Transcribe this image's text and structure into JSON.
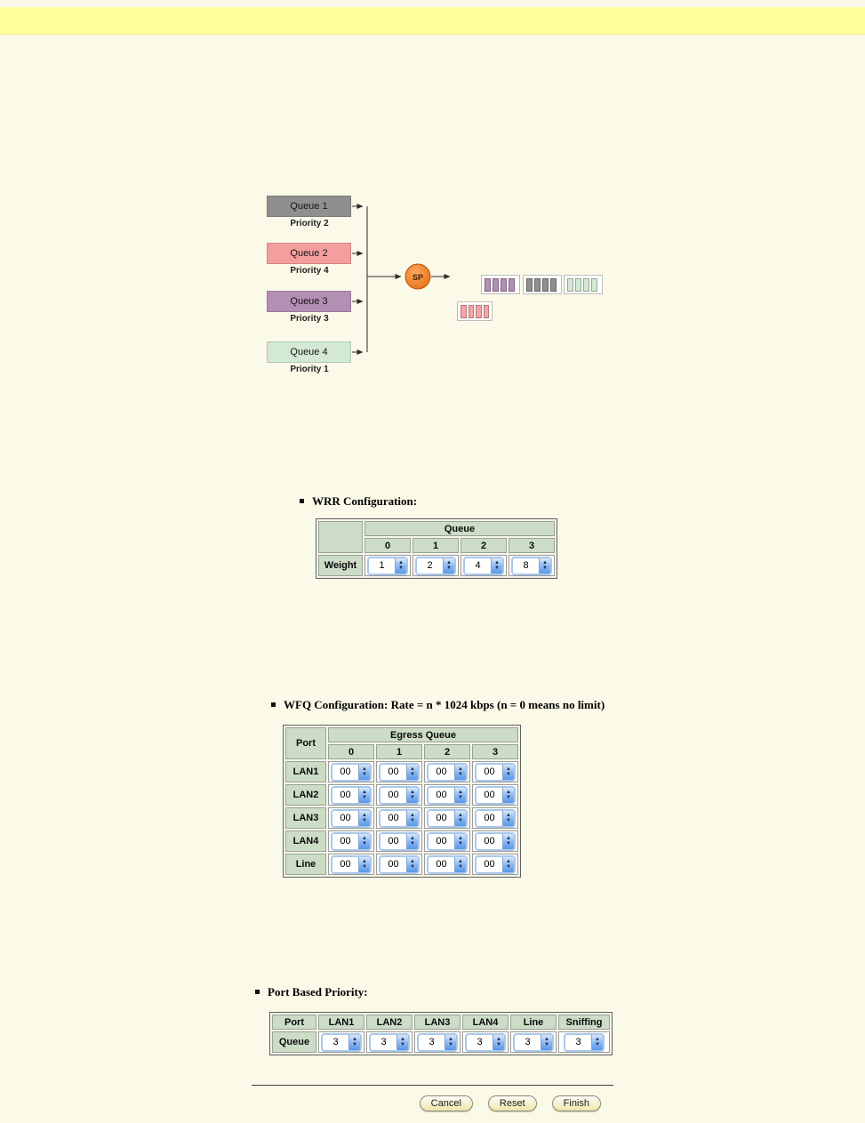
{
  "page": {
    "background": "#fbfae8",
    "banner_color": "#ffff9e"
  },
  "diagram": {
    "queues": [
      {
        "label": "Queue 1",
        "priority": "Priority 2",
        "color": "#8f8f8f"
      },
      {
        "label": "Queue 2",
        "priority": "Priority 4",
        "color": "#f59e9e"
      },
      {
        "label": "Queue 3",
        "priority": "Priority 3",
        "color": "#b38fb3"
      },
      {
        "label": "Queue 4",
        "priority": "Priority 1",
        "color": "#d4e9d4"
      }
    ],
    "scheduler_label": "SP",
    "scheduler_color": "#ef7d2a",
    "packets": [
      {
        "name": "purple-packet",
        "color": "#b38fb3"
      },
      {
        "name": "gray-packet",
        "color": "#8f8f8f"
      },
      {
        "name": "green-packet",
        "color": "#d4e9d4"
      },
      {
        "name": "pink-packet",
        "color": "#f5a5a5"
      }
    ]
  },
  "wrr": {
    "title": "WRR Configuration:",
    "group_header": "Queue",
    "columns": [
      "0",
      "1",
      "2",
      "3"
    ],
    "row_label": "Weight",
    "values": [
      "1",
      "2",
      "4",
      "8"
    ]
  },
  "wfq": {
    "title": "WFQ Configuration: Rate = n * 1024 kbps (n = 0 means no limit)",
    "port_header": "Port",
    "group_header": "Egress Queue",
    "columns": [
      "0",
      "1",
      "2",
      "3"
    ],
    "rows": [
      {
        "label": "LAN1",
        "values": [
          "00",
          "00",
          "00",
          "00"
        ]
      },
      {
        "label": "LAN2",
        "values": [
          "00",
          "00",
          "00",
          "00"
        ]
      },
      {
        "label": "LAN3",
        "values": [
          "00",
          "00",
          "00",
          "00"
        ]
      },
      {
        "label": "LAN4",
        "values": [
          "00",
          "00",
          "00",
          "00"
        ]
      },
      {
        "label": "Line",
        "values": [
          "00",
          "00",
          "00",
          "00"
        ]
      }
    ]
  },
  "port_priority": {
    "title": "Port Based Priority:",
    "header_row": [
      "Port",
      "LAN1",
      "LAN2",
      "LAN3",
      "LAN4",
      "Line",
      "Sniffing"
    ],
    "row_label": "Queue",
    "values": [
      "3",
      "3",
      "3",
      "3",
      "3",
      "3"
    ]
  },
  "footer": {
    "cancel_label": "Cancel",
    "reset_label": "Reset",
    "finish_label": "Finish"
  },
  "colors": {
    "table_header_green": "#cddcc6",
    "stepper_border_blue": "#a9c7ea"
  }
}
